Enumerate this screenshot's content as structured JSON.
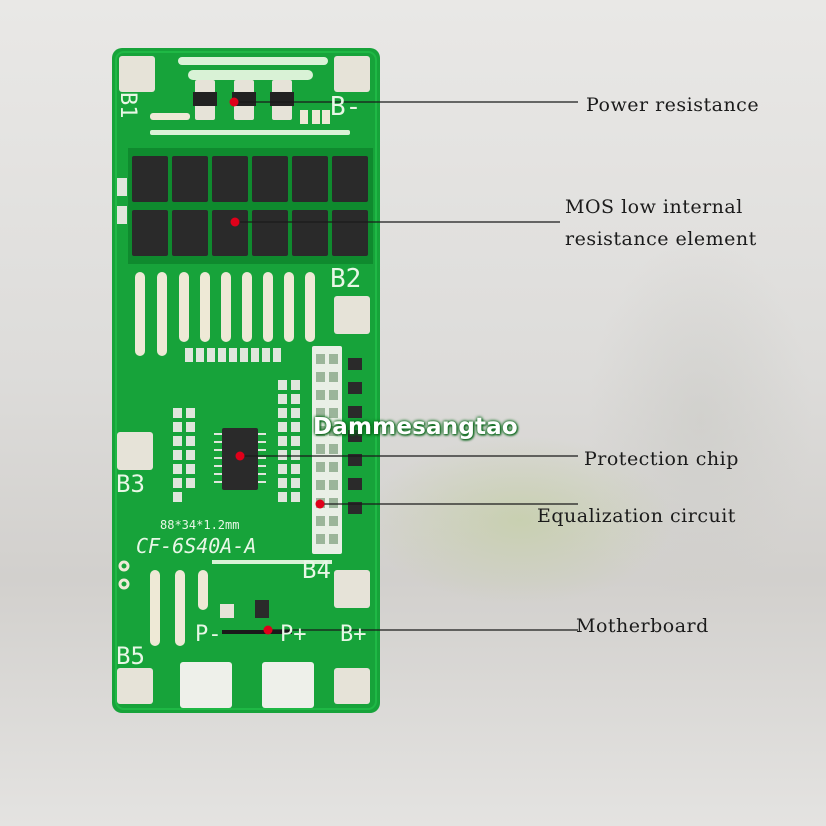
{
  "watermark": "Dammesangtao",
  "callouts": {
    "power_resistance": "Power resistance",
    "mos_line1": "MOS low internal",
    "mos_line2": "resistance element",
    "protection_chip": "Protection chip",
    "equalization_circuit": "Equalization circuit",
    "motherboard": "Motherboard"
  },
  "board_silkscreen": {
    "b1": "B1",
    "b_minus": "B-",
    "b2": "B2",
    "b3": "B3",
    "b4": "B4",
    "b5": "B5",
    "p_minus": "P-",
    "p_plus": "P+",
    "b_plus": "B+",
    "size": "88*34*1.2mm",
    "model": "CF-6S40A-A"
  },
  "colors": {
    "board": "#17a33a",
    "board_dark": "#0f8a2e",
    "pad": "#e6e3d8",
    "chip": "#2a2a2a",
    "marker": "#e0001a"
  }
}
